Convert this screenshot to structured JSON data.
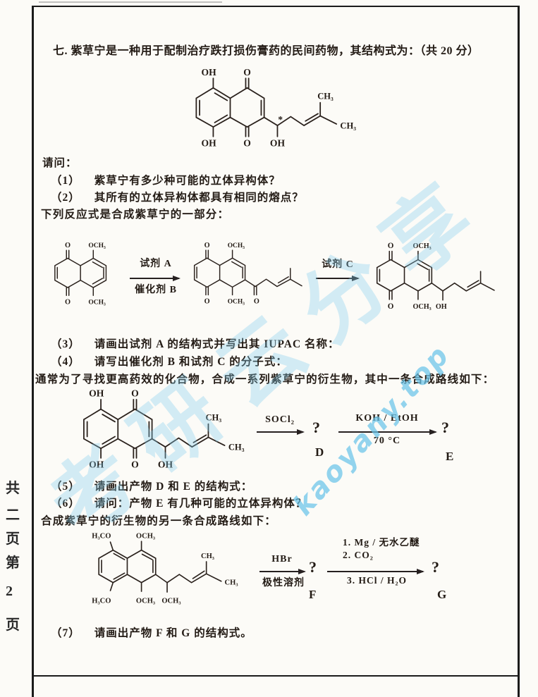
{
  "colors": {
    "text": "#231b15",
    "border": "#1b1b1b",
    "bond": "#2a211c",
    "background": "#fcfbf7",
    "watermark_blue": "#79cbe9"
  },
  "page": {
    "margin_chars": [
      "共",
      "二",
      "页",
      "第",
      "2",
      "页"
    ]
  },
  "title": "七. 紫草宁是一种用于配制治疗跌打损伤膏药的民间药物，其结构式为：（共 20 分）",
  "lines": {
    "ask": "请问：",
    "part_intro": "下列反应式是合成紫草宁的一部分：",
    "derivative_intro": "通常为了寻找更高药效的化合物，合成一系列紫草宁的衍生物，其中一条合成路线如下：",
    "another_route": "合成紫草宁的衍生物的另一条合成路线如下："
  },
  "questions": [
    {
      "num": "（1）",
      "text": "紫草宁有多少种可能的立体异构体？"
    },
    {
      "num": "（2）",
      "text": "其所有的立体异构体都具有相同的熔点？"
    },
    {
      "num": "（3）",
      "text": "请画出试剂 A 的结构式并写出其 IUPAC 名称："
    },
    {
      "num": "（4）",
      "text": "请写出催化剂 B 和试剂 C 的分子式："
    },
    {
      "num": "（5）",
      "text": "请画出产物 D 和 E 的结构式："
    },
    {
      "num": "（6）",
      "text": "请问：产物 E 有几种可能的立体异构体？"
    },
    {
      "num": "（7）",
      "text": "请画出产物 F 和 G 的结构式。"
    }
  ],
  "atoms": {
    "OH": "OH",
    "O": "O",
    "OCH3": "OCH₃",
    "H3CO": "H₃CO",
    "CH3": "CH₃",
    "star": "*"
  },
  "scheme1": {
    "reagent_a": "试剂 A",
    "catalyst_b": "催化剂 B",
    "reagent_c": "试剂 C"
  },
  "scheme2": {
    "above_1": "SOCl₂",
    "q1": "?",
    "label_d": "D",
    "above_2": "KOH / EtOH",
    "below_2": "70 °C",
    "q2": "?",
    "label_e": "E"
  },
  "scheme3": {
    "above_1": "HBr",
    "below_1": "极性溶剂",
    "q1": "?",
    "label_f": "F",
    "step1": "1. Mg / 无水乙醚",
    "step2": "2. CO₂",
    "step3": "3. HCl / H₂O",
    "q2": "?",
    "label_g": "G"
  },
  "watermark": {
    "site": "kaoyany.top",
    "brand": "考研云分享"
  }
}
